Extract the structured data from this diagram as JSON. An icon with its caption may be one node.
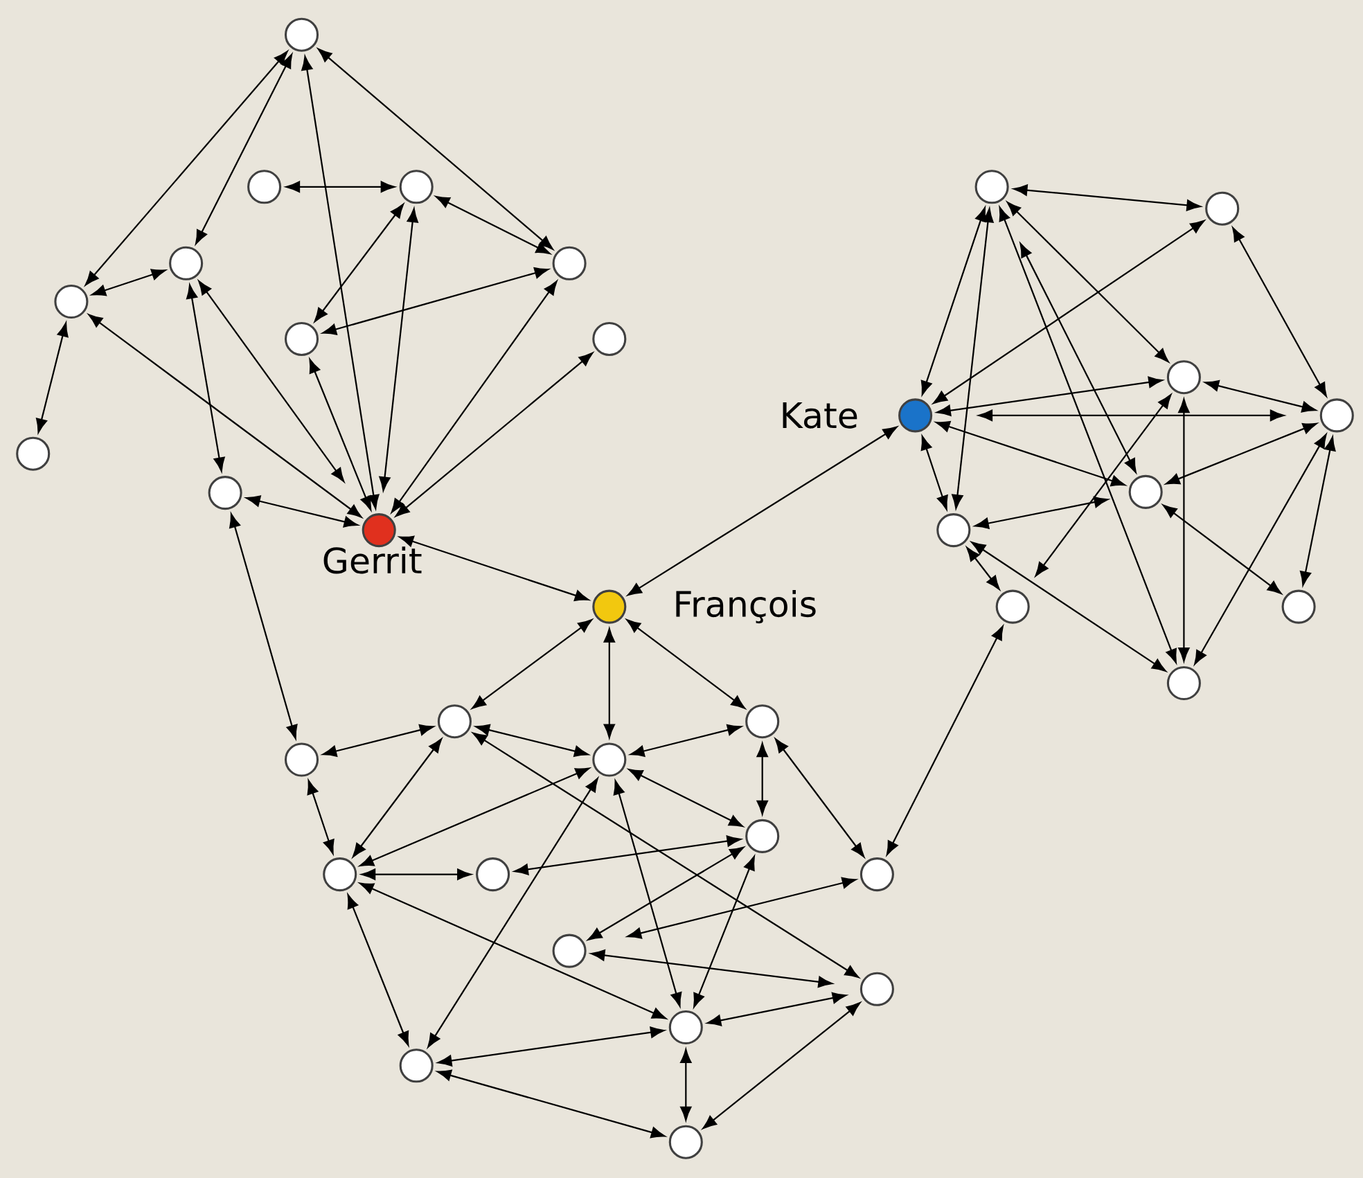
{
  "diagram": {
    "nodes": [
      {
        "text": [],
        "shape": "circle"
      },
      {
        "text": [],
        "shape": "circle"
      },
      {
        "text": [],
        "shape": "circle"
      },
      {
        "text": [],
        "shape": "circle"
      },
      {
        "text": [],
        "shape": "circle"
      },
      {
        "text": [],
        "shape": "circle"
      },
      {
        "text": [],
        "shape": "circle"
      },
      {
        "text": [],
        "shape": "circle"
      },
      {
        "text": [],
        "shape": "circle"
      },
      {
        "text": [],
        "shape": "circle"
      },
      {
        "text": [],
        "shape": "circle",
        "beside": [
          "Gerrit"
        ]
      },
      {
        "text": [],
        "shape": "circle",
        "beside": [
          "François"
        ]
      },
      {
        "text": [],
        "shape": "circle",
        "beside": [
          "Kate"
        ]
      },
      {
        "text": [],
        "shape": "circle"
      },
      {
        "text": [],
        "shape": "circle"
      },
      {
        "text": [],
        "shape": "circle"
      },
      {
        "text": [],
        "shape": "circle"
      },
      {
        "text": [],
        "shape": "circle"
      },
      {
        "text": [],
        "shape": "circle"
      },
      {
        "text": [],
        "shape": "circle"
      },
      {
        "text": [],
        "shape": "circle"
      },
      {
        "text": [],
        "shape": "circle"
      },
      {
        "text": [],
        "shape": "circle"
      },
      {
        "text": [],
        "shape": "circle"
      },
      {
        "text": [],
        "shape": "circle"
      },
      {
        "text": [],
        "shape": "circle"
      },
      {
        "text": [],
        "shape": "circle"
      },
      {
        "text": [],
        "shape": "circle"
      },
      {
        "text": [],
        "shape": "circle"
      },
      {
        "text": [],
        "shape": "circle"
      },
      {
        "text": [],
        "shape": "circle"
      },
      {
        "text": [],
        "shape": "circle"
      },
      {
        "text": [],
        "shape": "circle"
      },
      {
        "text": [],
        "shape": "circle"
      },
      {
        "text": [],
        "shape": "circle"
      }
    ],
    "edges": [
      {
        "from": 0,
        "to": 4,
        "arrow": "both"
      },
      {
        "from": 0,
        "to": 3,
        "arrow": "both"
      },
      {
        "from": 0,
        "to": 10,
        "arrow": "both"
      },
      {
        "from": 0,
        "to": 5,
        "arrow": "both"
      },
      {
        "from": 1,
        "to": 2,
        "arrow": "both"
      },
      {
        "from": 2,
        "to": 5,
        "arrow": "both"
      },
      {
        "from": 2,
        "to": 6,
        "arrow": "both"
      },
      {
        "from": 2,
        "to": 10,
        "arrow": "both"
      },
      {
        "from": 5,
        "to": 6,
        "arrow": "both"
      },
      {
        "from": 5,
        "to": 10,
        "arrow": "both"
      },
      {
        "from": 3,
        "to": 4,
        "arrow": "both"
      },
      {
        "from": 3,
        "to": 10,
        "arrow": "both"
      },
      {
        "from": 3,
        "to": 9,
        "arrow": "both"
      },
      {
        "from": 4,
        "to": 8,
        "arrow": "both"
      },
      {
        "from": 4,
        "to": 10,
        "arrow": "both"
      },
      {
        "from": 6,
        "to": 10,
        "arrow": "both"
      },
      {
        "from": 7,
        "to": 10,
        "arrow": "both"
      },
      {
        "from": 9,
        "to": 10,
        "arrow": "both"
      },
      {
        "from": 10,
        "to": 11,
        "arrow": "both"
      },
      {
        "from": 9,
        "to": 24,
        "arrow": "both"
      },
      {
        "from": 11,
        "to": 12,
        "arrow": "both"
      },
      {
        "from": 11,
        "to": 22,
        "arrow": "both"
      },
      {
        "from": 11,
        "to": 25,
        "arrow": "both"
      },
      {
        "from": 11,
        "to": 23,
        "arrow": "both"
      },
      {
        "from": 13,
        "to": 14,
        "arrow": "both"
      },
      {
        "from": 13,
        "to": 12,
        "arrow": "both"
      },
      {
        "from": 13,
        "to": 18,
        "arrow": "both"
      },
      {
        "from": 13,
        "to": 15,
        "arrow": "both"
      },
      {
        "from": 13,
        "to": 17,
        "arrow": "both"
      },
      {
        "from": 13,
        "to": 21,
        "arrow": "both"
      },
      {
        "from": 14,
        "to": 12,
        "arrow": "both"
      },
      {
        "from": 14,
        "to": 16,
        "arrow": "both"
      },
      {
        "from": 12,
        "to": 15,
        "arrow": "both"
      },
      {
        "from": 12,
        "to": 16,
        "arrow": "both"
      },
      {
        "from": 12,
        "to": 17,
        "arrow": "both"
      },
      {
        "from": 12,
        "to": 18,
        "arrow": "both"
      },
      {
        "from": 15,
        "to": 16,
        "arrow": "both"
      },
      {
        "from": 15,
        "to": 19,
        "arrow": "both"
      },
      {
        "from": 15,
        "to": 21,
        "arrow": "both"
      },
      {
        "from": 16,
        "to": 17,
        "arrow": "both"
      },
      {
        "from": 16,
        "to": 20,
        "arrow": "both"
      },
      {
        "from": 16,
        "to": 21,
        "arrow": "both"
      },
      {
        "from": 17,
        "to": 18,
        "arrow": "both"
      },
      {
        "from": 17,
        "to": 20,
        "arrow": "both"
      },
      {
        "from": 18,
        "to": 19,
        "arrow": "both"
      },
      {
        "from": 18,
        "to": 21,
        "arrow": "both"
      },
      {
        "from": 19,
        "to": 29,
        "arrow": "both"
      },
      {
        "from": 22,
        "to": 24,
        "arrow": "both"
      },
      {
        "from": 22,
        "to": 25,
        "arrow": "both"
      },
      {
        "from": 22,
        "to": 27,
        "arrow": "both"
      },
      {
        "from": 22,
        "to": 31,
        "arrow": "both"
      },
      {
        "from": 23,
        "to": 25,
        "arrow": "both"
      },
      {
        "from": 23,
        "to": 26,
        "arrow": "both"
      },
      {
        "from": 23,
        "to": 29,
        "arrow": "both"
      },
      {
        "from": 24,
        "to": 27,
        "arrow": "both"
      },
      {
        "from": 25,
        "to": 26,
        "arrow": "both"
      },
      {
        "from": 25,
        "to": 27,
        "arrow": "both"
      },
      {
        "from": 25,
        "to": 33,
        "arrow": "both"
      },
      {
        "from": 25,
        "to": 32,
        "arrow": "both"
      },
      {
        "from": 26,
        "to": 28,
        "arrow": "both"
      },
      {
        "from": 26,
        "to": 30,
        "arrow": "both"
      },
      {
        "from": 26,
        "to": 32,
        "arrow": "both"
      },
      {
        "from": 27,
        "to": 28,
        "arrow": "both"
      },
      {
        "from": 27,
        "to": 32,
        "arrow": "both"
      },
      {
        "from": 27,
        "to": 33,
        "arrow": "both"
      },
      {
        "from": 30,
        "to": 29,
        "arrow": "both"
      },
      {
        "from": 30,
        "to": 31,
        "arrow": "both"
      },
      {
        "from": 31,
        "to": 32,
        "arrow": "both"
      },
      {
        "from": 31,
        "to": 34,
        "arrow": "both"
      },
      {
        "from": 32,
        "to": 33,
        "arrow": "both"
      },
      {
        "from": 32,
        "to": 34,
        "arrow": "both"
      },
      {
        "from": 33,
        "to": 34,
        "arrow": "both"
      }
    ]
  }
}
